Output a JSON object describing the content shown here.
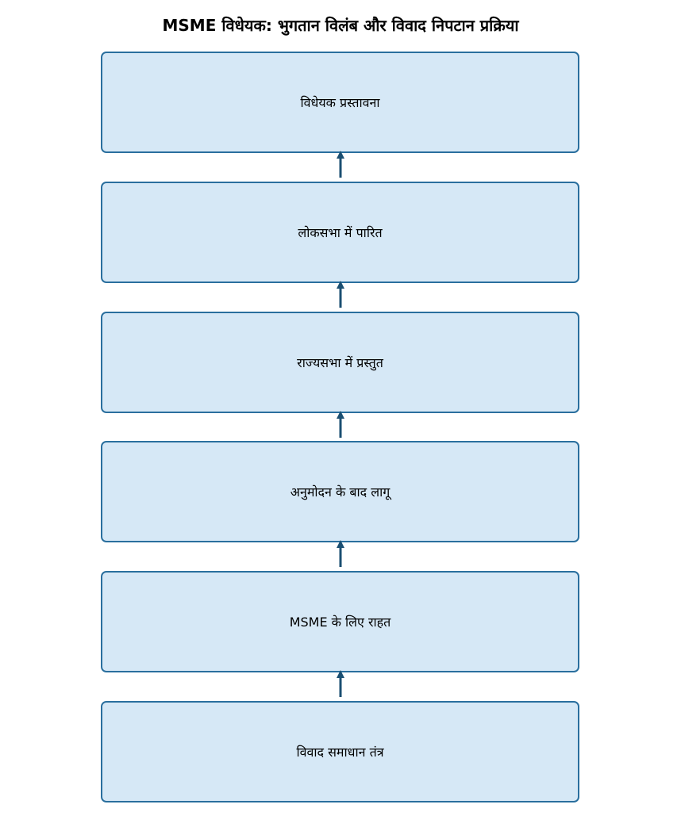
{
  "title": "MSME विधेयक: भुगतान विलंब और विवाद निपटान प्रक्रिया",
  "colors": {
    "box_fill": "#d6e8f6",
    "box_border": "#2a6f9e",
    "arrow": "#1b4f72"
  },
  "stages": [
    {
      "label": "विधेयक प्रस्तावना"
    },
    {
      "label": "लोकसभा में पारित"
    },
    {
      "label": "राज्यसभा में प्रस्तुत"
    },
    {
      "label": "अनुमोदन के बाद लागू"
    },
    {
      "label": "MSME के लिए राहत"
    },
    {
      "label": "विवाद समाधान तंत्र"
    }
  ]
}
